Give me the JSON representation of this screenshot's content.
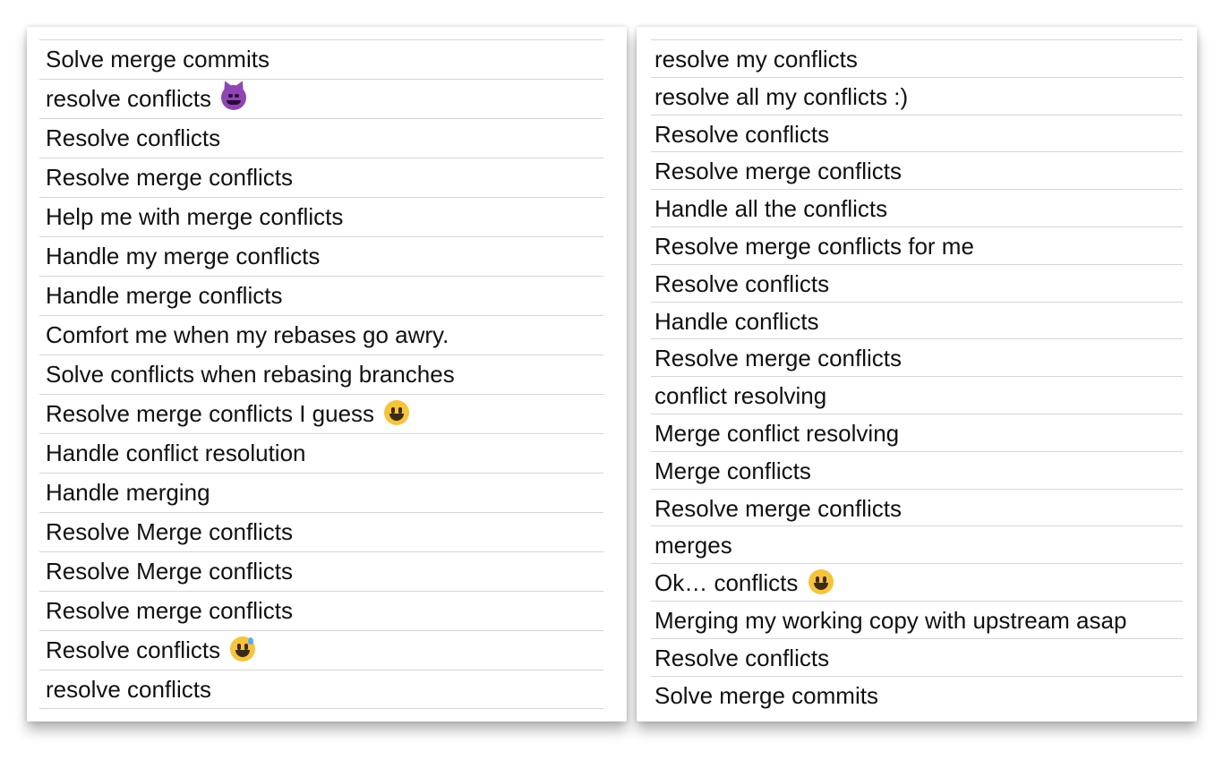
{
  "left_column": {
    "rows": [
      "Solve merge commits",
      "resolve conflicts",
      "Resolve conflicts",
      "Resolve merge conflicts",
      "Help me with merge conflicts",
      "Handle my merge conflicts",
      "Handle merge conflicts",
      "Comfort me when my rebases go awry.",
      "Solve conflicts when rebasing branches",
      "Resolve merge conflicts I guess",
      "Handle conflict resolution",
      "Handle merging",
      "Resolve Merge conflicts",
      "Resolve Merge conflicts",
      "Resolve merge conflicts",
      "Resolve conflicts",
      "resolve conflicts"
    ],
    "row_emojis": {
      "1": "smiling-devil-icon",
      "9": "grinning-face-icon",
      "15": "grinning-sweat-icon"
    }
  },
  "right_column": {
    "rows": [
      "resolve my conflicts",
      "resolve all my conflicts :)",
      "Resolve conflicts",
      "Resolve merge conflicts",
      "Handle all the conflicts",
      "Resolve merge conflicts for me",
      "Resolve conflicts",
      "Handle conflicts",
      "Resolve merge conflicts",
      "conflict resolving",
      "Merge conflict resolving",
      "Merge conflicts",
      "Resolve merge conflicts",
      "merges",
      "Ok… conflicts",
      "Merging my working copy with upstream asap",
      "Resolve conflicts",
      "Solve merge commits"
    ],
    "row_emojis": {
      "14": "grinning-face-icon"
    }
  }
}
